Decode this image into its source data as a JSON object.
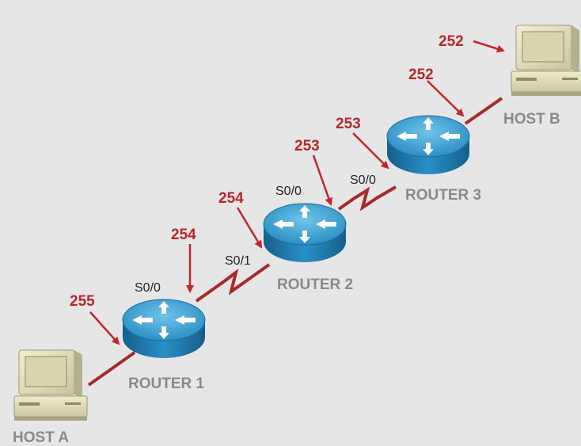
{
  "colors": {
    "background": "#e6e6e6",
    "link": "#a72a2a",
    "ttl_text": "#b5282a",
    "arrow": "#c0262a",
    "router_body": "#1d7fb5",
    "router_top": "#4fb0dc",
    "device_label": "#8a8a8a"
  },
  "devices": {
    "host_a": {
      "label": "HOST A",
      "icon": "computer-icon"
    },
    "host_b": {
      "label": "HOST B",
      "icon": "computer-icon"
    },
    "router_1": {
      "label": "ROUTER 1",
      "icon": "router-icon"
    },
    "router_2": {
      "label": "ROUTER 2",
      "icon": "router-icon"
    },
    "router_3": {
      "label": "ROUTER 3",
      "icon": "router-icon"
    }
  },
  "interfaces": {
    "r1_s0_0": "S0/0",
    "r2_s0_1": "S0/1",
    "r2_s0_0": "S0/0",
    "r3_s0_0": "S0/0"
  },
  "ttl": {
    "host_a_out": "255",
    "r1_out": "254",
    "r2_in": "254",
    "r2_out": "253",
    "r3_in": "253",
    "r3_out": "252",
    "host_b_in": "252"
  }
}
